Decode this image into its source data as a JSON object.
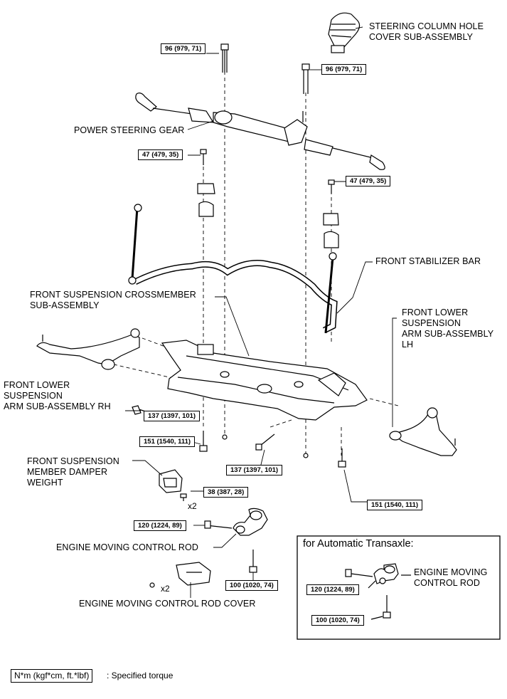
{
  "parts": {
    "steering_column_hole_cover": "STEERING COLUMN HOLE\nCOVER SUB-ASSEMBLY",
    "power_steering_gear": "POWER STEERING GEAR",
    "front_stabilizer_bar": "FRONT STABILIZER BAR",
    "front_suspension_crossmember": "FRONT SUSPENSION CROSSMEMBER\nSUB-ASSEMBLY",
    "front_lower_arm_lh": "FRONT LOWER\nSUSPENSION\nARM SUB-ASSEMBLY\nLH",
    "front_lower_arm_rh": "FRONT LOWER\nSUSPENSION\nARM SUB-ASSEMBLY RH",
    "member_damper_weight": "FRONT SUSPENSION\nMEMBER DAMPER\nWEIGHT",
    "engine_moving_control_rod": "ENGINE MOVING CONTROL ROD",
    "engine_moving_control_rod_cover": "ENGINE MOVING CONTROL ROD COVER",
    "auto_engine_moving_control_rod": "ENGINE MOVING\nCONTROL ROD"
  },
  "torques": {
    "t96_left": "96 (979, 71)",
    "t96_right": "96 (979, 71)",
    "t47_left": "47 (479, 35)",
    "t47_right": "47 (479, 35)",
    "t137_upper": "137 (1397, 101)",
    "t137_lower": "137 (1397, 101)",
    "t151_left": "151 (1540, 111)",
    "t151_right": "151 (1540, 111)",
    "t38": "38 (387, 28)",
    "t120": "120 (1224, 89)",
    "t100": "100 (1020, 74)",
    "t120_auto": "120 (1224, 89)",
    "t100_auto": "100 (1020, 74)"
  },
  "quantities": {
    "damper_bolts": "x2",
    "cover_clips": "x2"
  },
  "automatic_transaxle": {
    "title": "for Automatic Transaxle:"
  },
  "legend": {
    "unit": "N*m (kgf*cm, ft.*lbf)",
    "description": ": Specified torque"
  }
}
